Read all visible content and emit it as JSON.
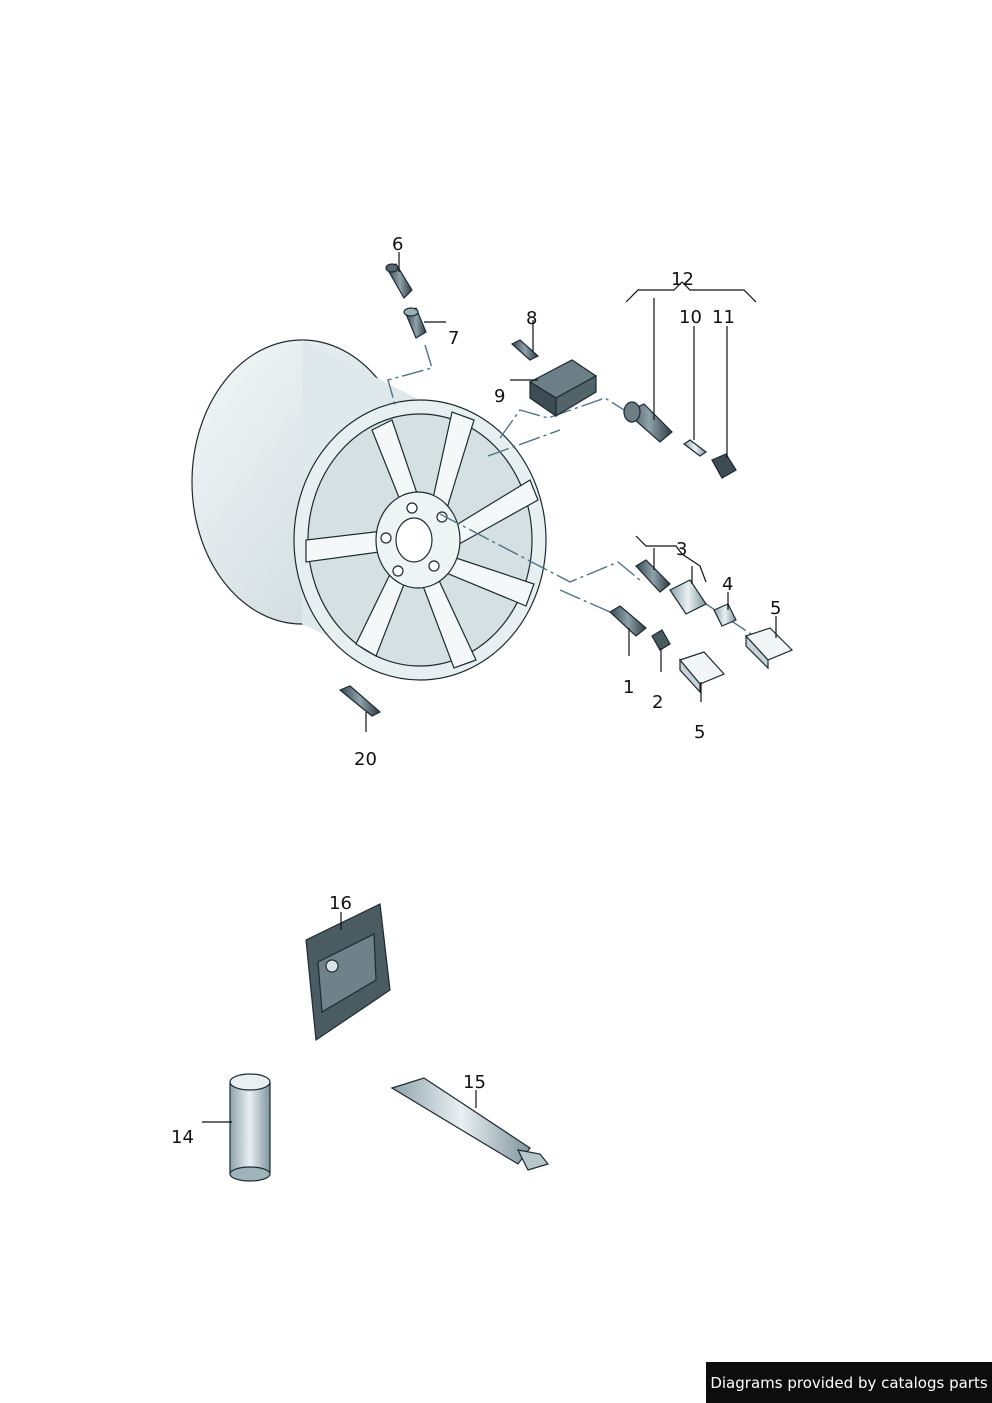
{
  "callouts": {
    "c1": "1",
    "c2": "2",
    "c3": "3",
    "c4": "4",
    "c5a": "5",
    "c5b": "5",
    "c6": "6",
    "c7": "7",
    "c8": "8",
    "c9": "9",
    "c10": "10",
    "c11": "11",
    "c12": "12",
    "c14": "14",
    "c15": "15",
    "c16": "16",
    "c20": "20"
  },
  "footer": {
    "credit": "Diagrams provided by catalogs parts"
  },
  "colors": {
    "part_fill": "#e3ecee",
    "part_shade": "#9fb3ba",
    "line": "#111111",
    "dash": "#4d7488",
    "banner": "#0d0d0d"
  }
}
